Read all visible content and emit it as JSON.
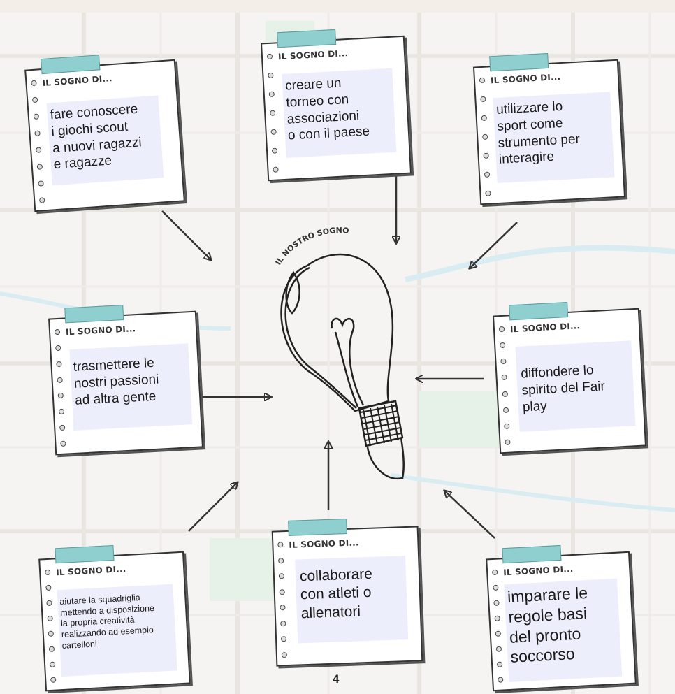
{
  "center": {
    "label": "IL NOSTRO SOGNO"
  },
  "notes": [
    {
      "header": "IL SOGNO DI...",
      "text": "fare conoscere\ni giochi scout\na nuovi ragazzi\ne ragazze"
    },
    {
      "header": "IL SOGNO DI...",
      "text": "creare un\ntorneo con\nassociazioni\no con il paese"
    },
    {
      "header": "IL SOGNO DI...",
      "text": "utilizzare lo\nsport come\nstrumento per\ninteragire"
    },
    {
      "header": "IL SOGNO DI...",
      "text": "trasmettere le\nnostri passioni\nad altra gente"
    },
    {
      "header": "IL SOGNO DI...",
      "text": "diffondere lo\nspirito del Fair\nplay"
    },
    {
      "header": "IL SOGNO DI...",
      "text": "aiutare la squadriglia\nmettendo a disposizione\nla propria creatività\nrealizzando ad esempio\ncartelloni"
    },
    {
      "header": "IL SOGNO DI...",
      "text": "collaborare\ncon atleti o\nallenatori"
    },
    {
      "header": "IL SOGNO DI...",
      "text": "imparare le\nregole basi\ndel pronto\nsoccorso"
    }
  ],
  "page_number": "4"
}
